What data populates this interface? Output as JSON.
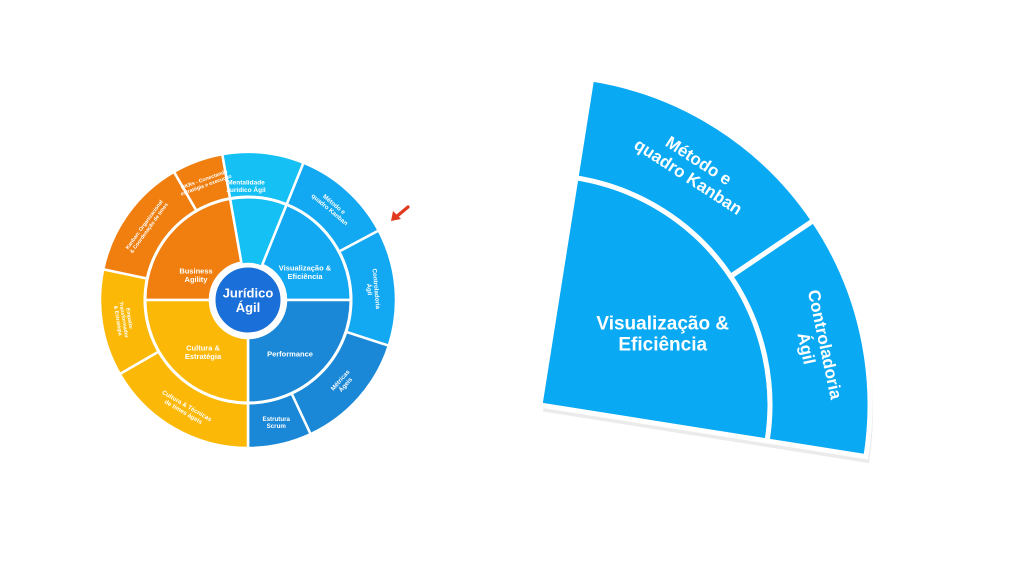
{
  "center": {
    "line1": "Jurídico",
    "line2": "Ágil",
    "color": "#1b6fd8"
  },
  "inner_sections": [
    {
      "id": "business",
      "line1": "Business",
      "line2": "Agility",
      "color": "#f07f10"
    },
    {
      "id": "visualizacao",
      "line1": "Visualização &",
      "line2": "Eficiência",
      "color": "#13a8f2"
    },
    {
      "id": "performance",
      "line1": "Performance",
      "line2": "",
      "color": "#1a88d6"
    },
    {
      "id": "cultura",
      "line1": "Cultura &",
      "line2": "Estratégia",
      "color": "#fbb806"
    }
  ],
  "inner_wedge": {
    "line1": "Mentalidade",
    "line2": "Jurídico Ágil",
    "color": "#14c0f4"
  },
  "outer_sections": [
    {
      "id": "metodo",
      "line1": "Método e",
      "line2": "quadro Kanban",
      "color": "#13a8f2"
    },
    {
      "id": "controladoria",
      "line1": "Controladoria",
      "line2": "Ágil",
      "color": "#13a8f2"
    },
    {
      "id": "metricas",
      "line1": "Métricas",
      "line2": "Ágeis",
      "color": "#1a88d6"
    },
    {
      "id": "estrutura",
      "line1": "Estrutura",
      "line2": "Scrum",
      "color": "#1a88d6"
    },
    {
      "id": "cultura-tecnicas",
      "line1": "Cultura & Técnicas",
      "line2": "de times ágeis",
      "color": "#fbb806"
    },
    {
      "id": "empatia",
      "line1": "Empatia:",
      "line2": "Transformador",
      "line3": "& Estratégia",
      "color": "#fbb806"
    },
    {
      "id": "kanban-org",
      "line1": "Kanban: Organizacional",
      "line2": "& Coordenação de times",
      "color": "#f07f10"
    },
    {
      "id": "okrs",
      "line1": "OKRs - Conectando",
      "line2": "estratégia e execução",
      "color": "#f07f10"
    }
  ],
  "zoom": {
    "inner": {
      "line1": "Visualização &",
      "line2": "Eficiência"
    },
    "top": {
      "line1": "Método e",
      "line2": "quadro Kanban"
    },
    "right": {
      "line1": "Controladoria",
      "line2": "Ágil"
    },
    "color": "#0aa9f4"
  },
  "arrow": {
    "color": "#e23a1f"
  }
}
